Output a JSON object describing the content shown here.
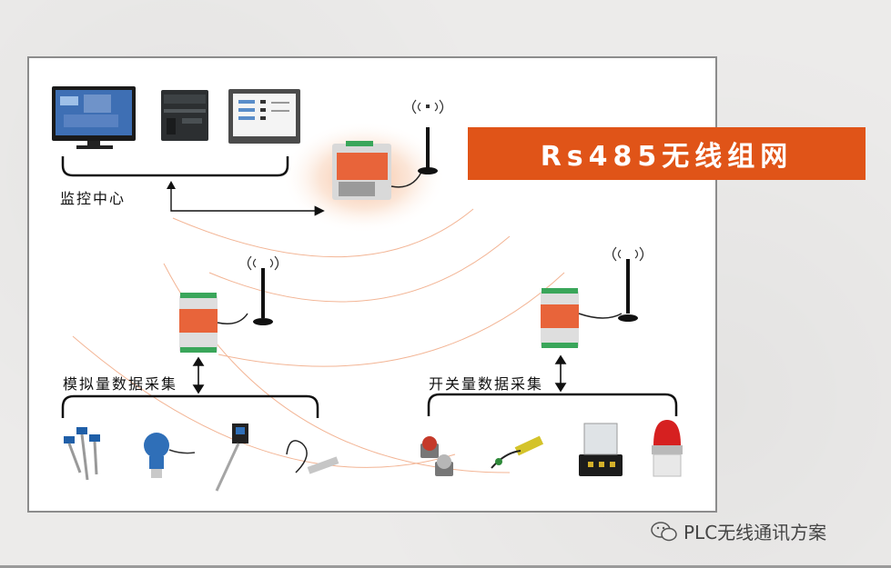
{
  "banner": {
    "title": "Rs485无线组网"
  },
  "labels": {
    "monitor_center": "监控中心",
    "analog_acq": "模拟量数据采集",
    "switch_acq": "开关量数据采集"
  },
  "watermark": {
    "text": "PLC无线通讯方案",
    "icon": "wechat-icon"
  },
  "colors": {
    "accent": "#e05418",
    "frame": "#8c8c8c",
    "module": "#e8643a"
  }
}
